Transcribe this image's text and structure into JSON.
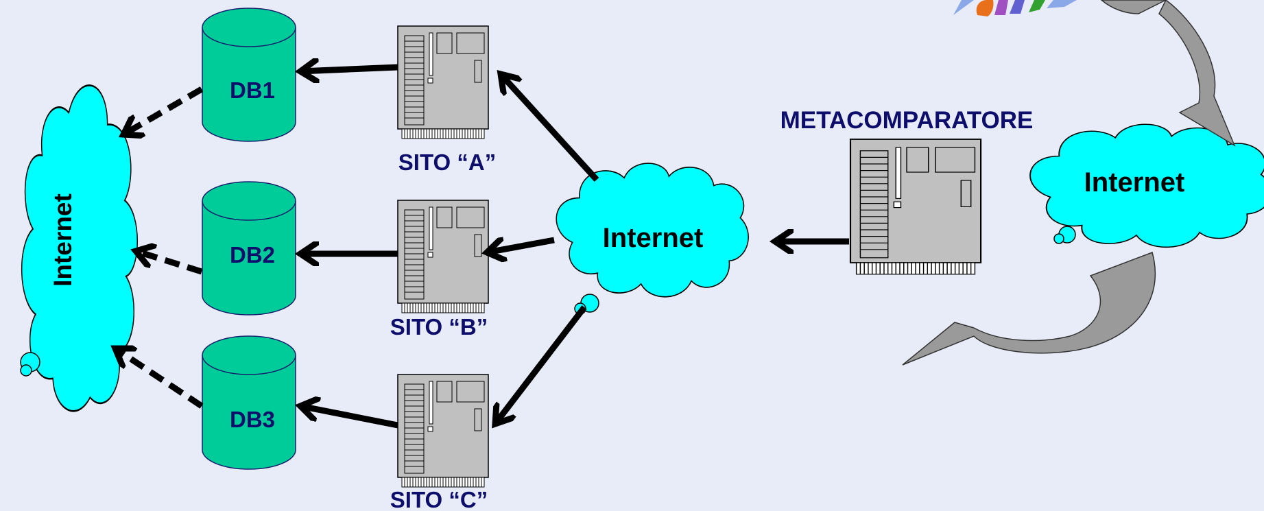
{
  "colors": {
    "background": "#e8ecf8",
    "cloud": "#00ffff",
    "database": "#00cc99",
    "server": "#c0c0c0",
    "label": "#0d0d6b",
    "arrow": "#000000",
    "curved_arrow": "#999999"
  },
  "icons": [
    "cloud-icon",
    "database-icon",
    "server-icon",
    "curved-arrow-icon"
  ],
  "clouds": {
    "left": "Internet",
    "center": "Internet",
    "right": "Internet"
  },
  "databases": [
    "DB1",
    "DB2",
    "DB3"
  ],
  "sites": [
    "SITO “A”",
    "SITO “B”",
    "SITO “C”"
  ],
  "metacomparatore": "METACOMPARATORE"
}
